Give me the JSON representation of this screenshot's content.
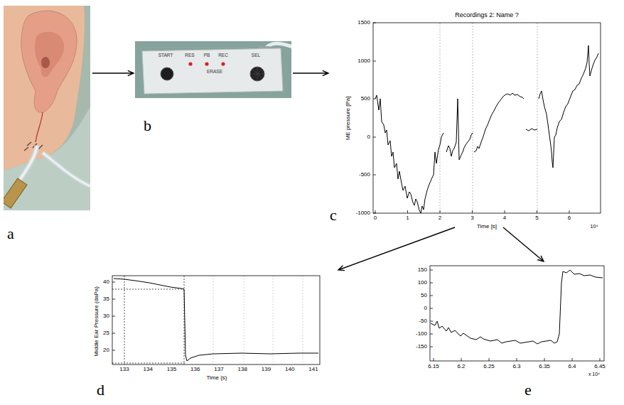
{
  "diagram": {
    "nodes": [
      {
        "text": [
          "a"
        ]
      },
      {
        "text": [
          "b"
        ]
      },
      {
        "text": [
          "c"
        ]
      },
      {
        "text": [
          "d"
        ]
      },
      {
        "text": [
          "e"
        ]
      }
    ],
    "edges": [
      {
        "from": 0,
        "to": 1,
        "arrow": "to"
      },
      {
        "from": 1,
        "to": 2,
        "arrow": "to"
      },
      {
        "from": 2,
        "to": 3,
        "arrow": "to"
      },
      {
        "from": 2,
        "to": 4,
        "arrow": "to"
      }
    ],
    "labels": [
      "Recordings 2: Name ?",
      "ME pressure [Pa]",
      "1500",
      "1000",
      "500",
      "0",
      "-500",
      "-1000",
      "0",
      "1",
      "2",
      "3",
      "4",
      "5",
      "6",
      "Time [s]",
      "10⁴",
      "START",
      "RES",
      "PB",
      "REC",
      "ERASE",
      "SEL",
      "40",
      "35",
      "30",
      "25",
      "20",
      "133",
      "134",
      "135",
      "136",
      "137",
      "138",
      "139",
      "140",
      "141",
      "Time (s)",
      "Middle Ear Pressure (daPa)",
      "150",
      "100",
      "50",
      "0",
      "-50",
      "-100",
      "-150",
      "6.15",
      "6.2",
      "6.25",
      "6.3",
      "6.35",
      "6.4",
      "6.45",
      "x 10⁴"
    ]
  }
}
